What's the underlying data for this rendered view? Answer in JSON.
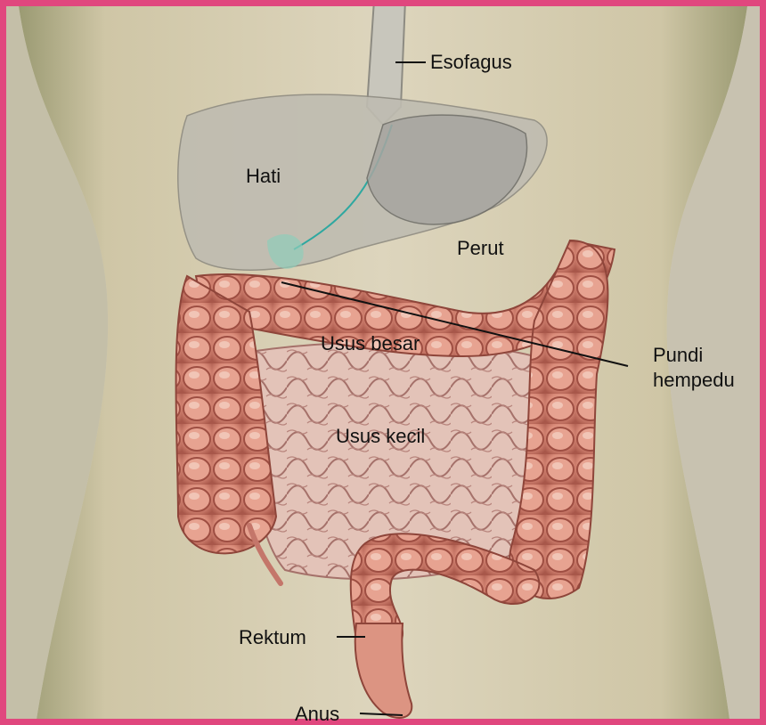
{
  "labels": {
    "esofagus": "Esofagus",
    "hati": "Hati",
    "perut": "Perut",
    "usus_besar": "Usus besar",
    "pundi_line1": "Pundi",
    "pundi_line2": "hempedu",
    "usus_kecil": "Usus kecil",
    "rektum": "Rektum",
    "anus": "Anus"
  },
  "colors": {
    "border": "#e0477e",
    "skin": "#cdc4a6",
    "background": "#d9d3c5",
    "liver": "#bdb9ad",
    "stomach": "#aaa9a3",
    "colon": "#cf7a6a",
    "small_intestine": "#e2c1b6",
    "leader_line": "#111111"
  }
}
